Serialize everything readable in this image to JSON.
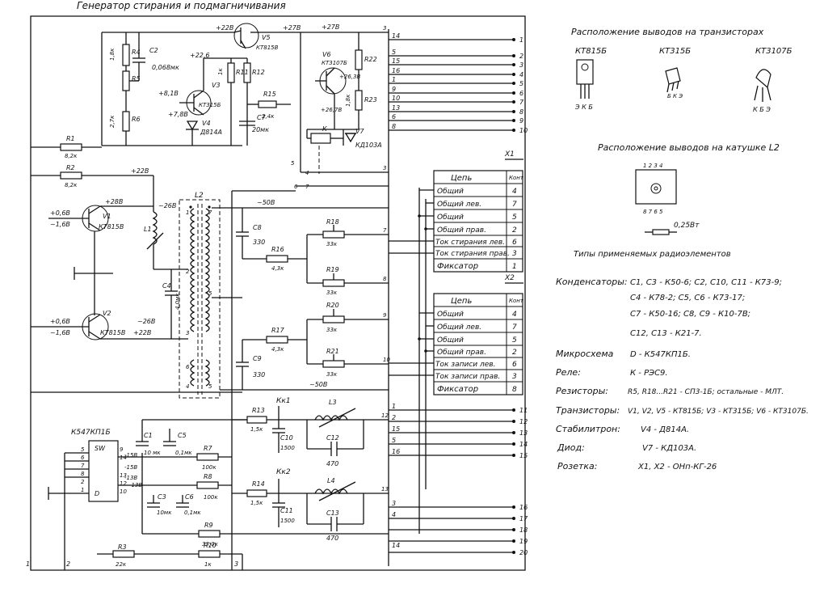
{
  "title": "Генератор стирания и подмагничивания",
  "supply": {
    "v8_top": "+22В",
    "v5_out": "+27В",
    "v6_in": "+27В",
    "v5_b": "+22,6",
    "v3_b": "+8,1В",
    "v3_e": "+7,8В",
    "v1_c": "+22В",
    "v1_c2": "+28В",
    "v1_b": "+0,6В",
    "v1_e": "~1,6В",
    "v2_b": "+0,6В",
    "v2_e": "~1,6В",
    "v2_c": "+22В",
    "l1_v": "~26В",
    "l1_v2": "~26В",
    "bus_50a": "~50В",
    "bus_50b": "~50В",
    "v6_b": "+26,3В",
    "v6_e": "+26,7В"
  },
  "components": {
    "R4": "R4",
    "R4v": "1,8к",
    "R5": "R5",
    "R6": "R6",
    "R6v": "2,7к",
    "C2": "C2",
    "C2v": "0,068мк",
    "V3": "V3",
    "V3t": "КТ315Б",
    "V4": "V4",
    "V4t": "Д814А",
    "V5": "V5",
    "V5t": "КТ815В",
    "R11": "R11",
    "R11v": "1к",
    "R12": "R12",
    "R15": "R15",
    "R15v": "2,4к",
    "C7": "C7",
    "C7v": "20мк",
    "V6": "V6",
    "V6t": "КТ3107Б",
    "R22": "R22",
    "R23": "R23",
    "R23v": "1,8к",
    "K": "К",
    "V7": "V7",
    "V7t": "КД103А",
    "R1": "R1",
    "R1v": "8,2к",
    "R2": "R2",
    "R2v": "8,2к",
    "V1": "V1",
    "V1t": "КТ815В",
    "V2": "V2",
    "V2t": "КТ815В",
    "L1": "L1",
    "L2": "L2",
    "C4": "C4",
    "C4v": "4,0мк",
    "C8": "C8",
    "C8v": "330",
    "C9": "C9",
    "C9v": "330",
    "R16": "R16",
    "R16v": "4,3к",
    "R17": "R17",
    "R17v": "4,3к",
    "R18": "R18",
    "R18v": "33к",
    "R19": "R19",
    "R19v": "33к",
    "R20": "R20",
    "R20v": "33к",
    "R21": "R21",
    "R21v": "33к",
    "Kk1": "Кк1",
    "Kk2": "Кк2",
    "R13": "R13",
    "R13v": "1,5к",
    "R14": "R14",
    "R14v": "1,5к",
    "C10": "C10",
    "C10v": "1500",
    "C11": "C11",
    "C11v": "1500",
    "L3": "L3",
    "L4": "L4",
    "C12": "C12",
    "C12v": "470",
    "C13": "C13",
    "C13v": "470",
    "ic": "К547КП1Б",
    "sw": "SW",
    "D": "D",
    "C1": "C1",
    "C1v": "10 мк",
    "C5": "C5",
    "C5v": "0,1мк",
    "C3": "C3",
    "C3v": "10мк",
    "C6": "C6",
    "C6v": "0,1мк",
    "R7": "R7",
    "R7v": "100к",
    "R8": "R8",
    "R8v": "100к",
    "R9": "R9",
    "R9v": "33,0к",
    "R3": "R3",
    "R3v": "22к",
    "R10": "R10",
    "R10v": "1к",
    "m15a": "-15В",
    "m15b": "-15В",
    "m13a": "-13В",
    "m13b": "-13В"
  },
  "connector_pins": [
    "1",
    "2",
    "3",
    "4",
    "5",
    "6",
    "7",
    "8",
    "9",
    "10",
    "11",
    "12",
    "13",
    "14",
    "15",
    "16",
    "17",
    "18",
    "19",
    "20"
  ],
  "x1": {
    "label": "X1",
    "head_name": "Цепь",
    "head_cont": "Конт",
    "rows": [
      {
        "name": "Общий",
        "cont": "4"
      },
      {
        "name": "Общий лев.",
        "cont": "7"
      },
      {
        "name": "Общий",
        "cont": "5"
      },
      {
        "name": "Общий прав.",
        "cont": "2"
      },
      {
        "name": "Ток стирания лев.",
        "cont": "6"
      },
      {
        "name": "Ток стирания прав.",
        "cont": "3"
      },
      {
        "name": "Фиксатор",
        "cont": "1"
      }
    ]
  },
  "x2": {
    "label": "X2",
    "head_name": "Цепь",
    "head_cont": "Конт",
    "rows": [
      {
        "name": "Общий",
        "cont": "4"
      },
      {
        "name": "Общий лев.",
        "cont": "7"
      },
      {
        "name": "Общий",
        "cont": "5"
      },
      {
        "name": "Общий прав.",
        "cont": "2"
      },
      {
        "name": "Ток записи лев.",
        "cont": "6"
      },
      {
        "name": "Ток записи прав.",
        "cont": "3"
      },
      {
        "name": "Фиксатор",
        "cont": "8"
      }
    ]
  },
  "pinouts": {
    "transistors_title": "Расположение выводов на транзисторах",
    "t1": "КТ815Б",
    "t1_pins": "Э К Б",
    "t2": "КТ315Б",
    "t2_pins": "Б К Э",
    "t3": "КТ3107Б",
    "t3_pins": "К Б Э",
    "coil_title": "Расположение выводов на катушке L2",
    "coil_top": "1 2 3 4",
    "coil_bottom": "8 7 6 5",
    "resistor_note": "0,25Вт"
  },
  "elements": {
    "title": "Типы применяемых радиоэлементов",
    "rows": [
      {
        "label": "Конденсаторы:",
        "value": "С1, С3 - К50-6;   С2, С10, С11 - К73-9;"
      },
      {
        "label": "",
        "value": "С4 - К78-2;   С5, С6 - К73-17;"
      },
      {
        "label": "",
        "value": "С7 - К50-16;   С8, С9 - К10-7В;"
      },
      {
        "label": "",
        "value": "С12, С13 - К21-7."
      },
      {
        "label": "Микросхема",
        "value": "D - К547КП1Б."
      },
      {
        "label": "Реле:",
        "value": "К - РЭС9."
      },
      {
        "label": "Резисторы:",
        "value": "R5, R18...R21 - СП3-1Б;  остальные - МЛТ."
      },
      {
        "label": "Транзисторы:",
        "value": "V1, V2, V5 - КТ815Б;  V3 - КТ315Б;  V6 - КТ3107Б."
      },
      {
        "label": "Стабилитрон:",
        "value": "V4 - Д814А."
      },
      {
        "label": "Диод:",
        "value": "V7 - КД103А."
      },
      {
        "label": "Розетка:",
        "value": "X1, X2 - ОНп-КГ-26"
      }
    ]
  }
}
